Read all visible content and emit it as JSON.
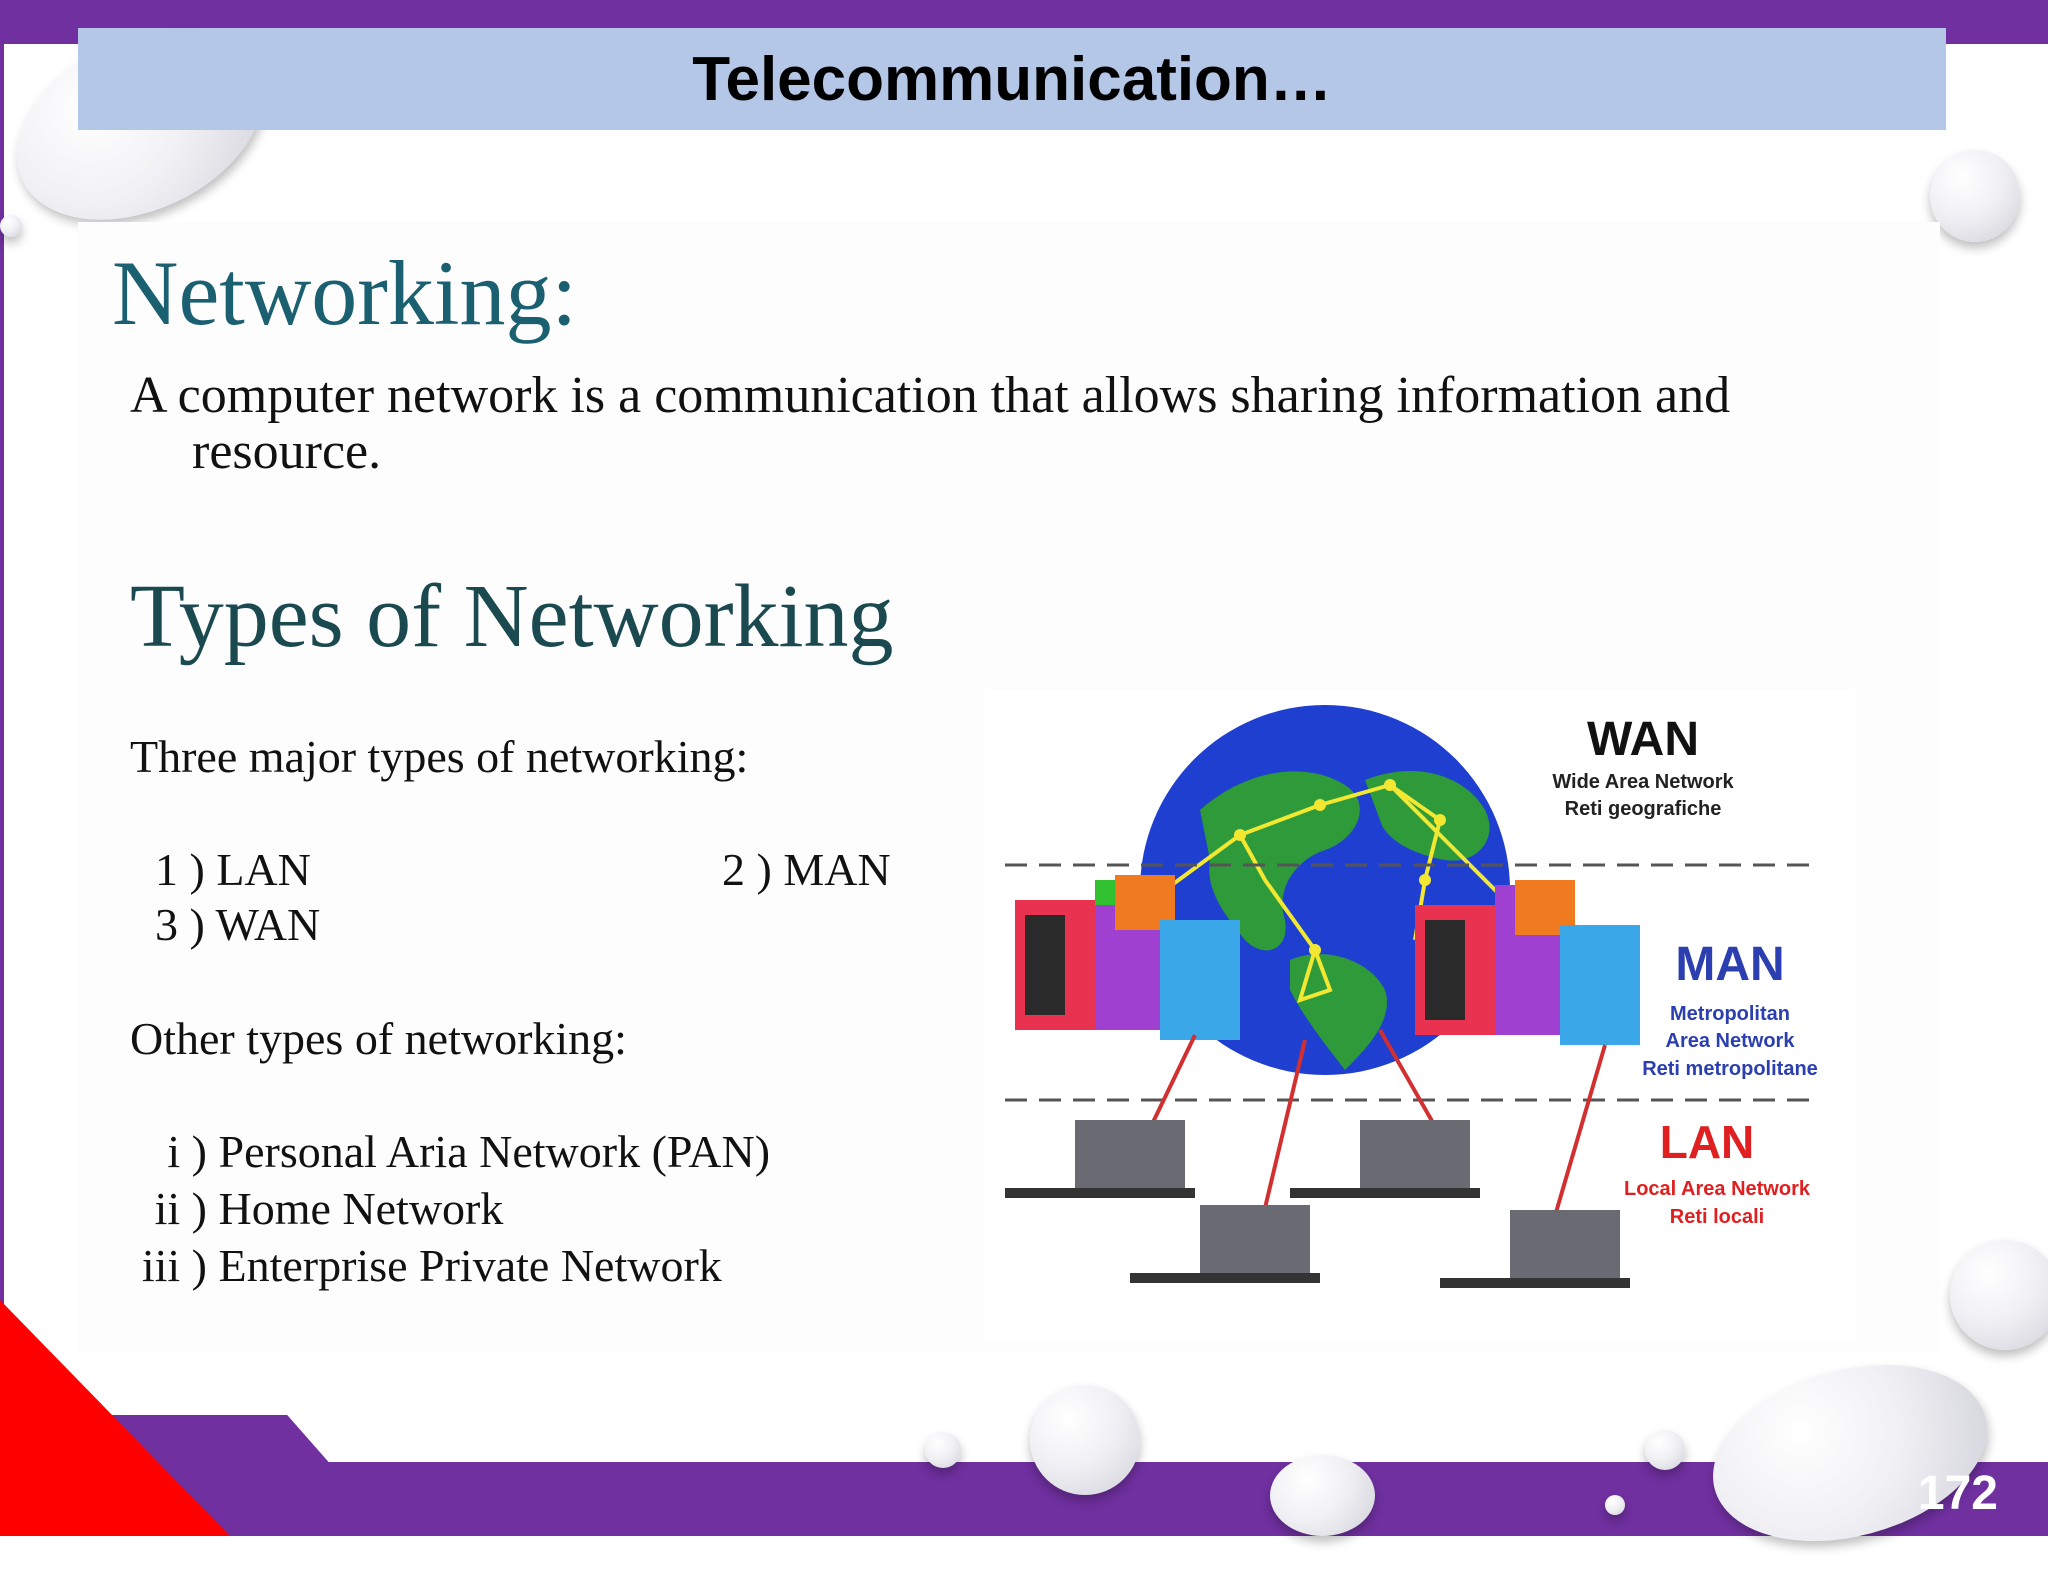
{
  "slide": {
    "title": "Telecommunication…",
    "page_number": "172"
  },
  "content": {
    "heading": "Networking:",
    "definition_line1": "A computer network is a communication that allows sharing information and",
    "definition_line2": "resource.",
    "types_heading": "Types of Networking",
    "major_intro": "Three major types of networking:",
    "major_types": [
      {
        "marker": "1 )",
        "label": "LAN"
      },
      {
        "marker": "2 )",
        "label": "MAN"
      },
      {
        "marker": "3 )",
        "label": "WAN"
      }
    ],
    "other_intro": "Other types of networking:",
    "other_types": [
      {
        "marker": "i )",
        "label": "Personal Aria Network (PAN)"
      },
      {
        "marker": "ii )",
        "label": "Home Network"
      },
      {
        "marker": "iii )",
        "label": "Enterprise Private Network"
      }
    ]
  },
  "diagram": {
    "wan": {
      "abbr": "WAN",
      "line1": "Wide Area Network",
      "line2": "Reti geografiche"
    },
    "man": {
      "abbr": "MAN",
      "line1": "Metropolitan",
      "line2": "Area Network",
      "line3": "Reti metropolitane"
    },
    "lan": {
      "abbr": "LAN",
      "line1": "Local Area Network",
      "line2": "Reti locali"
    },
    "colors": {
      "globe_ocean": "#1f3fd0",
      "land": "#2e9a3a",
      "wan_text": "#111111",
      "man_text": "#2b3fb0",
      "lan_text": "#e02020",
      "link_yellow": "#f2e832",
      "link_red": "#d23030"
    }
  },
  "theme": {
    "accent": "#7030a0",
    "title_band": "#b4c7e7",
    "corner": "#ff0000"
  }
}
